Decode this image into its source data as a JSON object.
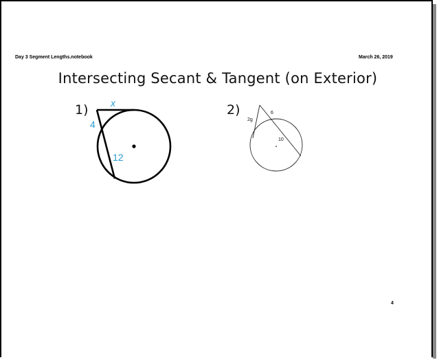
{
  "header": {
    "filename": "Day 3 Segment Lengths.notebook",
    "date": "March 26, 2019"
  },
  "title": "Intersecting Secant & Tangent (on Exterior)",
  "problems": [
    {
      "number": "1)",
      "labels": {
        "tangent": "x",
        "external": "4",
        "internal": "12"
      }
    },
    {
      "number": "2)",
      "labels": {
        "tangent": "2g",
        "external": "6",
        "internal": "10"
      }
    }
  ],
  "page_number": "4",
  "colors": {
    "label_blue": "#2a9dd0",
    "line": "#000000"
  }
}
